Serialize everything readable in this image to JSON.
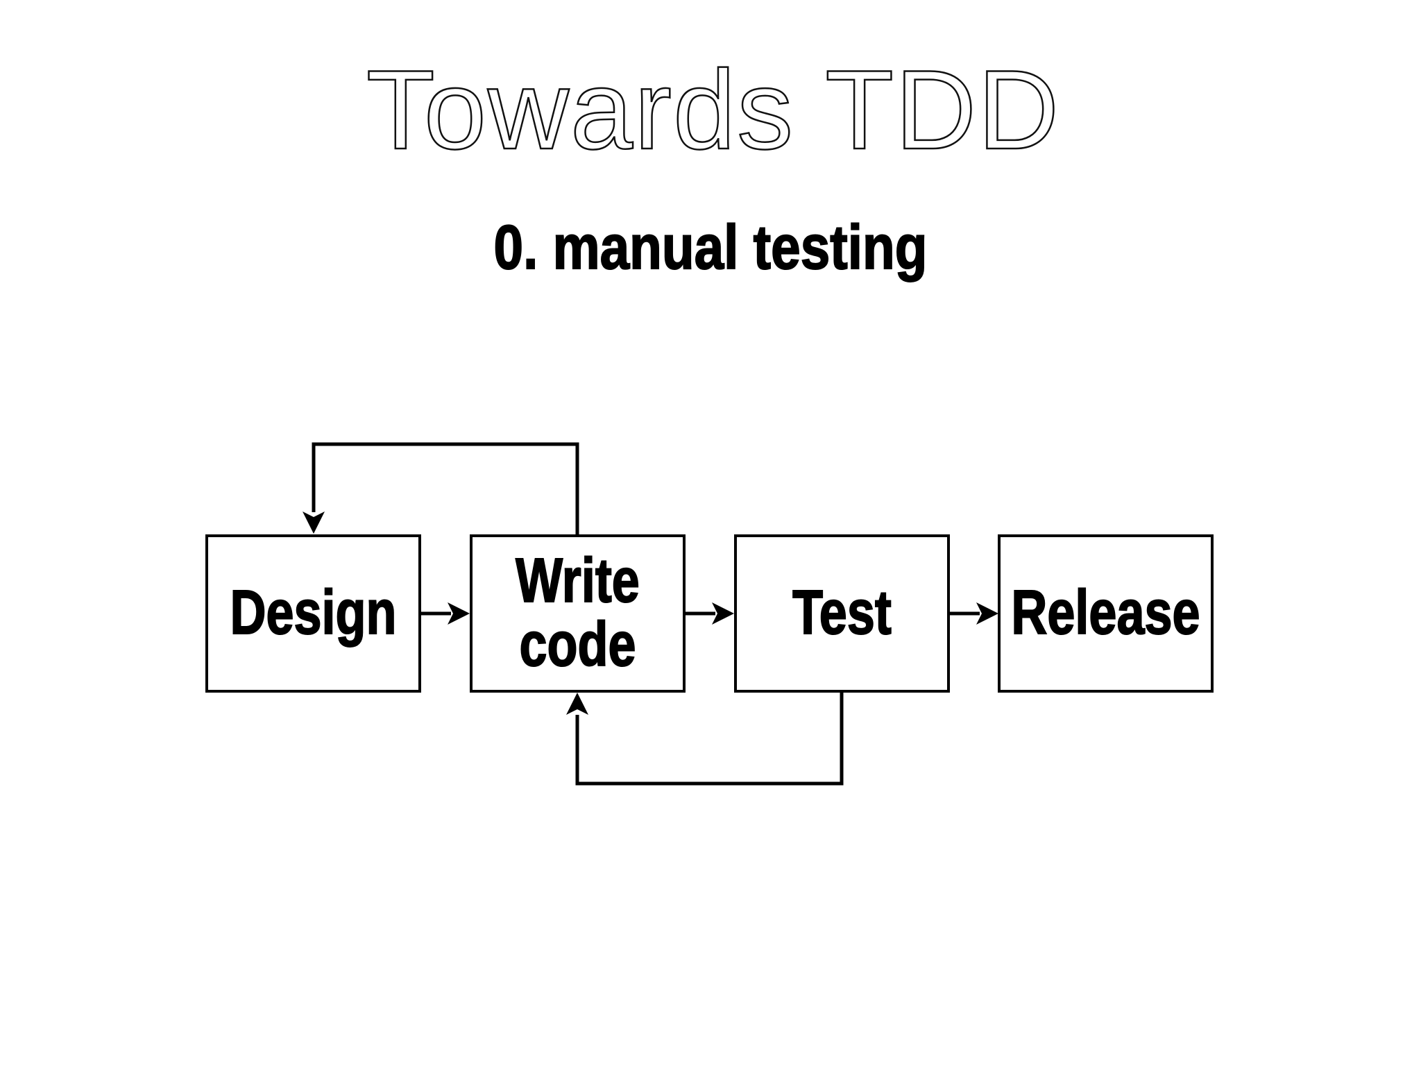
{
  "slide": {
    "title": "Towards TDD",
    "subtitle": "0. manual testing"
  },
  "diagram": {
    "type": "flowchart",
    "boxes": [
      {
        "id": "design",
        "label": "Design"
      },
      {
        "id": "write-code",
        "label": "Write code"
      },
      {
        "id": "test",
        "label": "Test"
      },
      {
        "id": "release",
        "label": "Release"
      }
    ],
    "flows": [
      {
        "from": "Design",
        "to": "Write code",
        "style": "arrow-right"
      },
      {
        "from": "Write code",
        "to": "Test",
        "style": "arrow-right"
      },
      {
        "from": "Test",
        "to": "Release",
        "style": "arrow-right"
      },
      {
        "from": "Write code",
        "to": "Design",
        "style": "feedback-loop-top"
      },
      {
        "from": "Test",
        "to": "Write code",
        "style": "feedback-loop-bottom"
      }
    ],
    "colors": {
      "background": "#ffffff",
      "line": "#000000",
      "text": "#000000"
    }
  }
}
